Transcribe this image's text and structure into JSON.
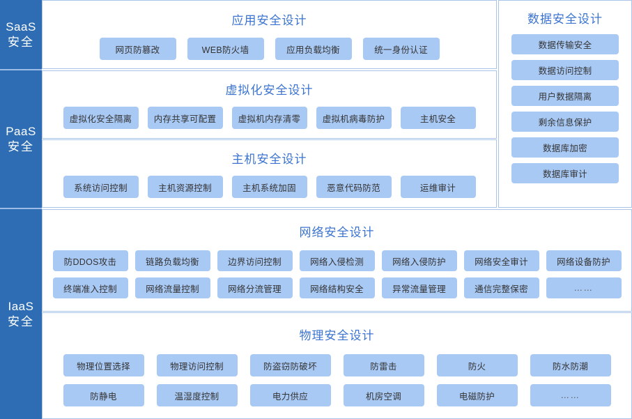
{
  "layers": [
    {
      "id": "saas",
      "abbr": "SaaS",
      "cn": "安全"
    },
    {
      "id": "paas",
      "abbr": "PaaS",
      "cn": "安全"
    },
    {
      "id": "iaas",
      "abbr": "IaaS",
      "cn": "安全"
    }
  ],
  "colors": {
    "rail": "#2E6DB4",
    "panel_border": "#A9C4E8",
    "panel_title": "#3B74D0",
    "chip_fill": "#A9C9F5",
    "chip_text": "#333333",
    "background": "#FFFFFF"
  },
  "panels": {
    "application": {
      "title": "应用安全设计",
      "items": [
        "网页防篡改",
        "WEB防火墙",
        "应用负载均衡",
        "统一身份认证"
      ]
    },
    "virtualization": {
      "title": "虚拟化安全设计",
      "items": [
        "虚拟化安全隔离",
        "内存共享可配置",
        "虚拟机内存清零",
        "虚拟机病毒防护",
        "主机安全"
      ]
    },
    "host": {
      "title": "主机安全设计",
      "items": [
        "系统访问控制",
        "主机资源控制",
        "主机系统加固",
        "恶意代码防范",
        "运维审计"
      ]
    },
    "data": {
      "title": "数据安全设计",
      "items": [
        "数据传输安全",
        "数据访问控制",
        "用户数据隔离",
        "剩余信息保护",
        "数据库加密",
        "数据库审计"
      ]
    },
    "network": {
      "title": "网络安全设计",
      "items": [
        "防DDOS攻击",
        "链路负载均衡",
        "边界访问控制",
        "网络入侵检测",
        "网络入侵防护",
        "网络安全审计",
        "网络设备防护",
        "终端准入控制",
        "网络流量控制",
        "网络分流管理",
        "网络结构安全",
        "异常流量管理",
        "通信完整保密",
        "……"
      ]
    },
    "physical": {
      "title": "物理安全设计",
      "items": [
        "物理位置选择",
        "物理访问控制",
        "防盗窃防破坏",
        "防雷击",
        "防火",
        "防水防潮",
        "防静电",
        "温湿度控制",
        "电力供应",
        "机房空调",
        "电磁防护",
        "……"
      ]
    }
  }
}
